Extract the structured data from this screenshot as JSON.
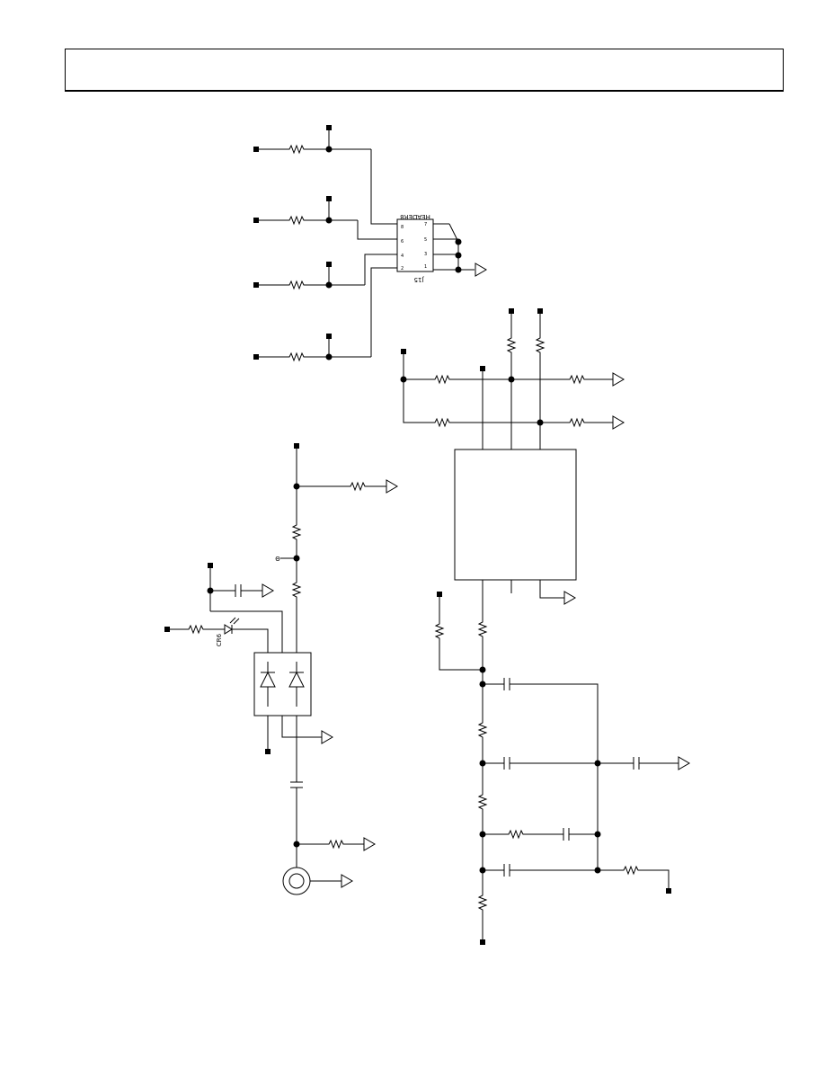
{
  "header": {
    "title": ""
  },
  "connector": {
    "refdes": "J15",
    "part": "HEADER8",
    "pins_left": [
      "8",
      "6",
      "4",
      "2"
    ],
    "pins_right": [
      "7",
      "5",
      "3",
      "1"
    ]
  },
  "led": {
    "refdes": "CR6"
  },
  "test_point": {
    "label": "Θ"
  },
  "colors": {
    "ink": "#000000",
    "background": "#ffffff"
  }
}
